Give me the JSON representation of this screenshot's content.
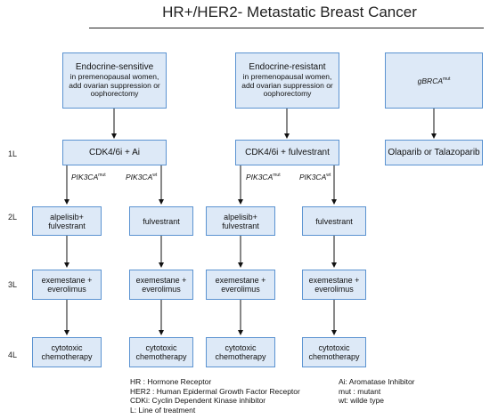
{
  "title": "HR+/HER2- Metastatic Breast Cancer",
  "lines": [
    "1L",
    "2L",
    "3L",
    "4L"
  ],
  "top_boxes": {
    "sensitive": {
      "heading": "Endocrine-sensitive",
      "detail": "in premenopausal women, add ovarian suppression or oophorectomy"
    },
    "resistant": {
      "heading": "Endocrine-resistant",
      "detail": "in premenopausal women, add ovarian suppression or oophorectomy"
    },
    "gbrca": {
      "name": "gBRCA",
      "sup": "mut"
    }
  },
  "first_line": {
    "sensitive": "CDK4/6i + Ai",
    "resistant": "CDK4/6i + fulvestrant",
    "gbrca": "Olaparib or Talazoparib"
  },
  "branches": {
    "sensitive_mut": {
      "name": "PIK3CA",
      "sup": "mut"
    },
    "sensitive_wt": {
      "name": "PIK3CA",
      "sup": "wt"
    },
    "resistant_mut": {
      "name": "PIK3CA",
      "sup": "mut"
    },
    "resistant_wt": {
      "name": "PIK3CA",
      "sup": "wt"
    }
  },
  "second_line": {
    "col1": "alpelisib+ fulvestrant",
    "col2": "fulvestrant",
    "col3": "alpelisib+ fulvestrant",
    "col4": "fulvestrant"
  },
  "third_line": {
    "col1": "exemestane + everolimus",
    "col2": "exemestane + everolimus",
    "col3": "exemestane + everolimus",
    "col4": "exemestane + everolimus"
  },
  "fourth_line": {
    "col1": "cytotoxic chemotherapy",
    "col2": "cytotoxic chemotherapy",
    "col3": "cytotoxic chemotherapy",
    "col4": "cytotoxic chemotherapy"
  },
  "legend_left": [
    "HR : Hormone Receptor",
    "HER2 : Human Epidermal Growth Factor Receptor",
    "CDKi: Cyclin Dependent Kinase inhibitor",
    "L: Line of treatment"
  ],
  "legend_right": [
    "Ai: Aromatase Inhibitor",
    "mut : mutant",
    "wt: wilde type"
  ],
  "colors": {
    "box_fill": "#dde9f7",
    "box_border": "#5b93d1",
    "arrow": "#111111"
  }
}
